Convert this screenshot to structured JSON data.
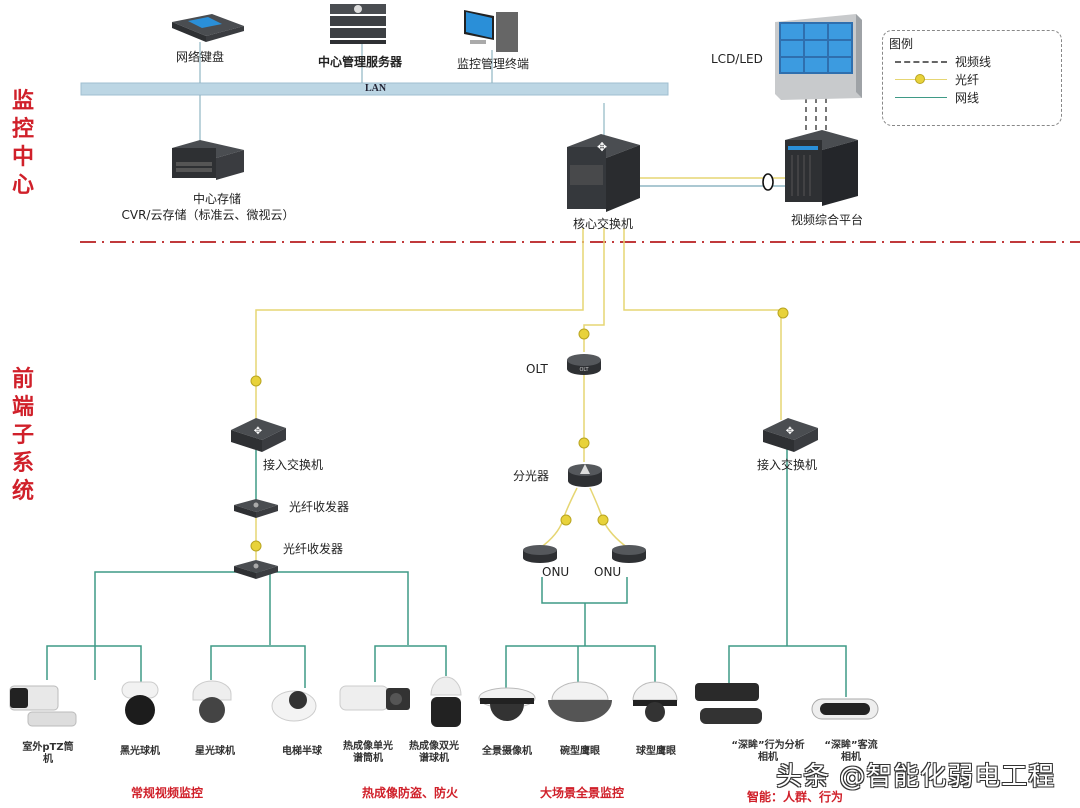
{
  "colors": {
    "section_red": "#d0202a",
    "network_line": "#3f9a86",
    "fiber_line": "#e6d673",
    "fiber_node": "#e8d23a",
    "video_line": "#666666",
    "lan_bar": "#bcd6e4",
    "divider": "#c0393b"
  },
  "sections": {
    "monitor_center": "监控中心",
    "front_end": "前端子系统"
  },
  "lan": {
    "label": "LAN"
  },
  "devices": {
    "keyboard": {
      "label": "网络键盘",
      "icon": "keyboard-icon"
    },
    "mgmt_server": {
      "label": "中心管理服务器",
      "icon": "server-icon"
    },
    "terminal": {
      "label": "监控管理终端",
      "icon": "workstation-icon"
    },
    "storage": {
      "label_line1": "中心存储",
      "label_line2": "CVR/云存储（标准云、微视云）",
      "icon": "storage-icon"
    },
    "core_switch": {
      "label": "核心交换机",
      "icon": "core-switch-icon"
    },
    "video_platform": {
      "label": "视频综合平台",
      "icon": "video-platform-icon"
    },
    "display_wall": {
      "label": "LCD/LED",
      "icon": "video-wall-icon"
    },
    "access_switch_left": {
      "label": "接入交换机",
      "icon": "switch-icon"
    },
    "transceiver_1": {
      "label": "光纤收发器",
      "icon": "transceiver-icon"
    },
    "transceiver_2": {
      "label": "光纤收发器",
      "icon": "transceiver-icon"
    },
    "olt": {
      "label": "OLT",
      "icon": "olt-icon"
    },
    "splitter": {
      "label": "分光器",
      "icon": "splitter-icon"
    },
    "onu_1": {
      "label": "ONU",
      "icon": "onu-icon"
    },
    "onu_2": {
      "label": "ONU",
      "icon": "onu-icon"
    },
    "access_switch_right": {
      "label": "接入交换机",
      "icon": "switch-icon"
    }
  },
  "legend": {
    "title": "图例",
    "items": [
      {
        "label": "视频线",
        "style": "dashed"
      },
      {
        "label": "光纤",
        "style": "fiber"
      },
      {
        "label": "网线",
        "style": "network"
      }
    ]
  },
  "cameras": [
    {
      "line1": "室外pTZ筒",
      "line2": "机",
      "icon": "ptz-bullet-camera-icon"
    },
    {
      "line1": "黑光球机",
      "line2": "",
      "icon": "speed-dome-camera-icon"
    },
    {
      "line1": "星光球机",
      "line2": "",
      "icon": "dome-camera-icon"
    },
    {
      "line1": "电梯半球",
      "line2": "",
      "icon": "elevator-dome-camera-icon"
    },
    {
      "line1": "热成像单光",
      "line2": "谱筒机",
      "icon": "thermal-bullet-camera-icon"
    },
    {
      "line1": "热成像双光",
      "line2": "谱球机",
      "icon": "thermal-dome-camera-icon"
    },
    {
      "line1": "全景摄像机",
      "line2": "",
      "icon": "panoramic-camera-icon"
    },
    {
      "line1": "碗型鹰眼",
      "line2": "",
      "icon": "bowl-eagle-eye-camera-icon"
    },
    {
      "line1": "球型鹰眼",
      "line2": "",
      "icon": "ball-eagle-eye-camera-icon"
    },
    {
      "line1": "“深眸”行为分析",
      "line2": "相机",
      "icon": "behavior-analysis-camera-icon"
    },
    {
      "line1": "“深眸”客流",
      "line2": "相机",
      "icon": "people-counting-camera-icon"
    }
  ],
  "categories": [
    {
      "label": "常规视频监控"
    },
    {
      "label": "热成像防盗、防火"
    },
    {
      "label": "大场景全景监控"
    },
    {
      "label": "智能：人群、行为"
    }
  ],
  "watermark": "头条 @智能化弱电工程"
}
